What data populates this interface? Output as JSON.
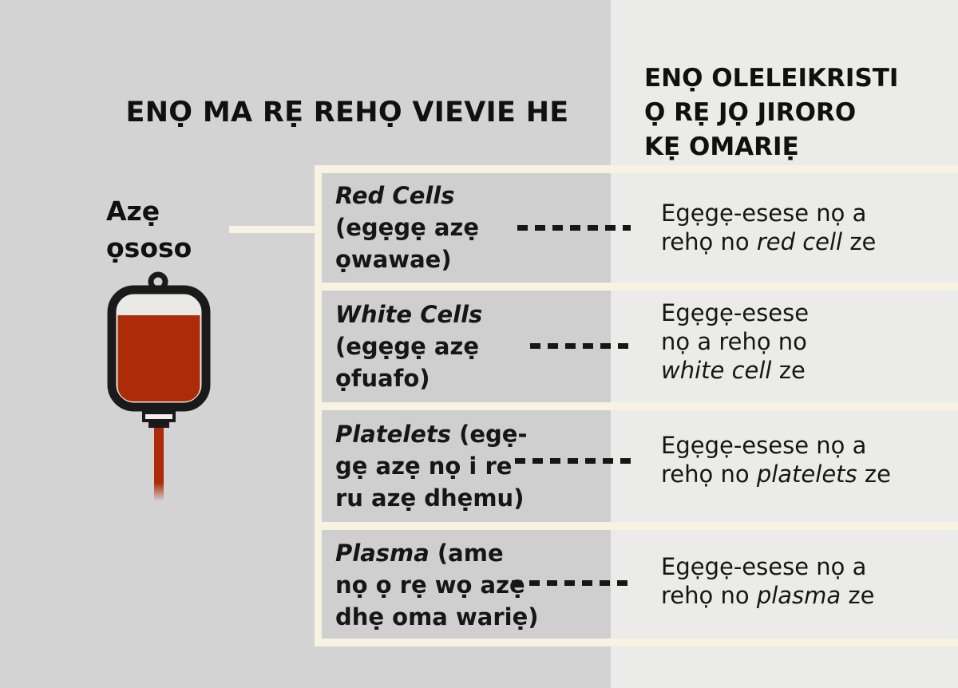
{
  "colors": {
    "left_background": "#d3d3d3",
    "right_background": "#ebebe9",
    "box_background": "#cfcfcf",
    "cream_divider": "#f8f2e2",
    "blood_red": "#ad2b08",
    "text": "#121212"
  },
  "header": {
    "left_title": "ENỌ MA RẸ REHỌ VIEVIE HE",
    "right_title_lines": [
      "ENỌ OLELEIKRISTI",
      "Ọ RẸ JỌ JIRORO",
      "KẸ OMARIẸ"
    ]
  },
  "source": {
    "label_lines": [
      "Azẹ",
      "ọsoso"
    ],
    "icon": "blood-bag-icon"
  },
  "rows": [
    {
      "name": "red-cells",
      "label_lines": [
        [
          {
            "t": "Red Cells",
            "i": true
          }
        ],
        [
          {
            "t": "(egẹgẹ azẹ",
            "i": false
          }
        ],
        [
          {
            "t": "ọwawae)",
            "i": false
          }
        ]
      ],
      "desc_lines": [
        [
          {
            "t": "Egẹgẹ-esese nọ a",
            "i": false
          }
        ],
        [
          {
            "t": "rehọ no ",
            "i": false
          },
          {
            "t": "red cell",
            "i": true
          },
          {
            "t": " ze",
            "i": false
          }
        ]
      ]
    },
    {
      "name": "white-cells",
      "label_lines": [
        [
          {
            "t": "White Cells",
            "i": true
          }
        ],
        [
          {
            "t": "(egẹgẹ azẹ",
            "i": false
          }
        ],
        [
          {
            "t": "ọfuafo)",
            "i": false
          }
        ]
      ],
      "desc_lines": [
        [
          {
            "t": "Egẹgẹ-esese",
            "i": false
          }
        ],
        [
          {
            "t": "nọ a rehọ no",
            "i": false
          }
        ],
        [
          {
            "t": "white cell",
            "i": true
          },
          {
            "t": " ze",
            "i": false
          }
        ]
      ]
    },
    {
      "name": "platelets",
      "label_lines": [
        [
          {
            "t": "Platelets",
            "i": true
          },
          {
            "t": " (egẹ-",
            "i": false
          }
        ],
        [
          {
            "t": "gẹ azẹ nọ i re",
            "i": false
          }
        ],
        [
          {
            "t": "ru azẹ dhẹmu)",
            "i": false
          }
        ]
      ],
      "desc_lines": [
        [
          {
            "t": "Egẹgẹ-esese nọ a",
            "i": false
          }
        ],
        [
          {
            "t": "rehọ no ",
            "i": false
          },
          {
            "t": "platelets",
            "i": true
          },
          {
            "t": " ze",
            "i": false
          }
        ]
      ]
    },
    {
      "name": "plasma",
      "label_lines": [
        [
          {
            "t": "Plasma",
            "i": true
          },
          {
            "t": " (ame",
            "i": false
          }
        ],
        [
          {
            "t": "nọ ọ rẹ wọ azẹ",
            "i": false
          }
        ],
        [
          {
            "t": "dhẹ oma wariẹ)",
            "i": false
          }
        ]
      ],
      "desc_lines": [
        [
          {
            "t": "Egẹgẹ-esese nọ a",
            "i": false
          }
        ],
        [
          {
            "t": "rehọ no ",
            "i": false
          },
          {
            "t": "plasma",
            "i": true
          },
          {
            "t": " ze",
            "i": false
          }
        ]
      ]
    }
  ]
}
